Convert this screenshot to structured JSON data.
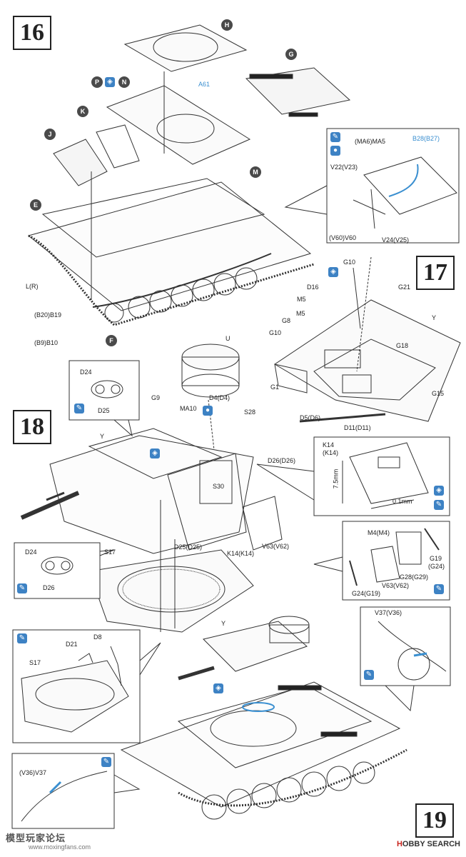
{
  "steps": {
    "s16": "16",
    "s17": "17",
    "s18": "18",
    "s19": "19"
  },
  "callouts": {
    "h": "H",
    "g": "G",
    "p": "P",
    "n": "N",
    "k": "K",
    "j": "J",
    "e": "E",
    "m": "M",
    "f": "F"
  },
  "step16_labels": {
    "a61": "A61",
    "lr": "L(R)",
    "b20b19": "(B20)B19",
    "b9b10": "(B9)B10"
  },
  "inset16_labels": {
    "ma6ma5": "(MA6)MA5",
    "b28b27": "B28(B27)",
    "v22v23": "V22(V23)",
    "v60v60": "(V60)V60",
    "v24v25": "V24(V25)"
  },
  "step17_labels": {
    "g10a": "G10",
    "d16": "D16",
    "m5a": "M5",
    "m5b": "M5",
    "g8": "G8",
    "g10b": "G10",
    "g21": "G21",
    "y": "Y",
    "g18": "G18",
    "g1": "G1",
    "d5d6": "D5(D6)",
    "d11d11": "D11(D11)",
    "g15": "G15"
  },
  "step18_labels": {
    "u": "U",
    "g9": "G9",
    "ma10": "MA10",
    "d4d4": "D4(D4)",
    "s28": "S28",
    "y": "Y",
    "d26d26": "D26(D26)",
    "s30": "S30",
    "d25d25": "D25(D25)",
    "k14k14": "K14(K14)",
    "v63v62": "V63(V62)",
    "s17": "S17"
  },
  "inset_d24_top": {
    "d24": "D24",
    "d25": "D25"
  },
  "inset_d24_bottom": {
    "d24": "D24",
    "d26": "D26"
  },
  "inset_k14": {
    "k14": "K14",
    "k14p": "(K14)",
    "dim_v": "7.5mm",
    "dim_h": "0.1mm"
  },
  "inset_m4": {
    "m4m4": "M4(M4)",
    "g19g24": "G19",
    "g24paren": "(G24)",
    "g28g29": "G28(G29)",
    "v63v62": "V63(V62)",
    "g24g19": "G24(G19)"
  },
  "inset_s17": {
    "d21": "D21",
    "d8": "D8",
    "s17": "S17"
  },
  "inset_v37_top": {
    "v37v36": "V37(V36)"
  },
  "inset_v37_bottom": {
    "v36v37": "(V36)V37"
  },
  "step19_labels": {
    "y": "Y"
  },
  "watermarks": {
    "left": "模型玩家论坛",
    "url": "www.moxingfans.com",
    "brand_a": "H",
    "brand_b": "OBBY SEARCH"
  }
}
